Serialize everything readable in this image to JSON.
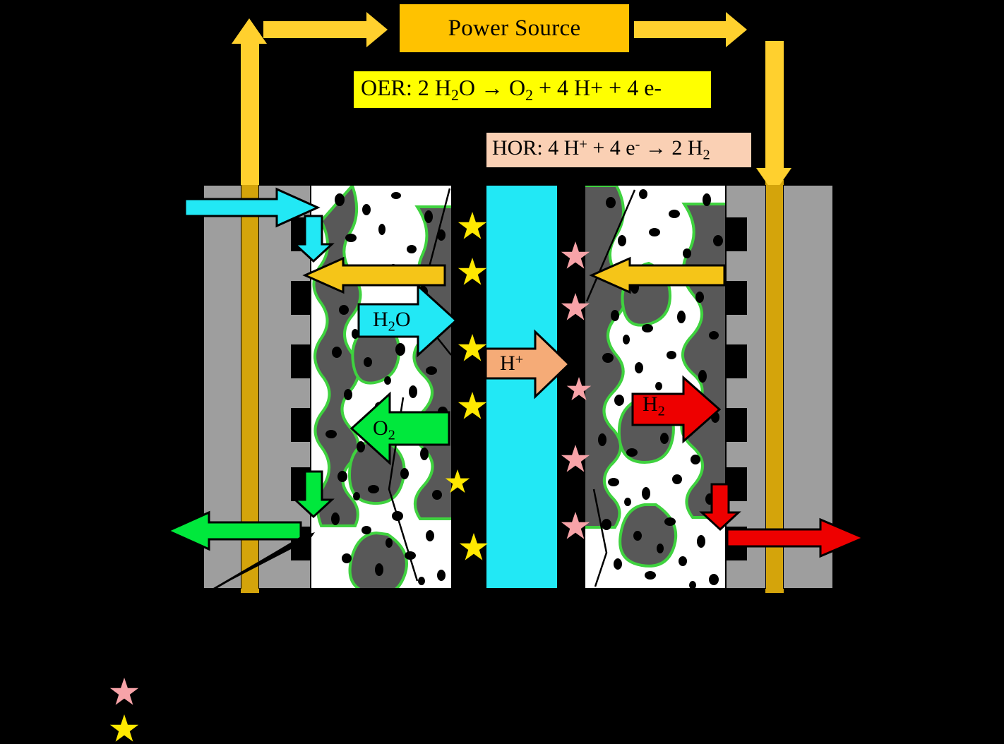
{
  "diagram": {
    "title": "PEM water electrolyzer cell schematic",
    "power_source": {
      "label": "Power Source",
      "color": "#FFC200"
    },
    "equations": [
      {
        "id": "oer",
        "label": "OER:",
        "reactants": "2 H2O",
        "products": "O2 + 4 H+ + 4 e-",
        "text_parts": {
          "prefix": "OER: 2 H",
          "sub1": "2",
          "mid": "O → O",
          "sub2": "2",
          "suffix": " + 4 H+ + 4 e-"
        },
        "color": "#FFFF00"
      },
      {
        "id": "hor",
        "label": "HOR:",
        "reactants": "4 H+ + 4 e-",
        "products": "2 H2",
        "text_parts": {
          "prefix": "HOR: 4 H",
          "sup1": "+",
          "mid": " + 4 e",
          "sup2": "-",
          "arrow": " → 2 H",
          "sub1": "2"
        },
        "color": "#FAD0B4"
      }
    ],
    "species_arrows": [
      {
        "name": "water-inlet-arrow",
        "label": "",
        "color": "#22E8F5",
        "direction": "right"
      },
      {
        "name": "water-down-arrow",
        "label": "",
        "color": "#22E8F5",
        "direction": "down"
      },
      {
        "name": "water-species-arrow",
        "label": "H2O",
        "label_base": "H",
        "label_sub": "2",
        "label_tail": "O",
        "color": "#22E8F5",
        "direction": "right"
      },
      {
        "name": "oxygen-species-arrow",
        "label": "O2",
        "label_base": "O",
        "label_sub": "2",
        "label_tail": "",
        "color": "#00E83C",
        "direction": "left"
      },
      {
        "name": "oxygen-down-arrow",
        "label": "",
        "color": "#00E83C",
        "direction": "down"
      },
      {
        "name": "oxygen-outlet-arrow",
        "label": "",
        "color": "#00E83C",
        "direction": "left"
      },
      {
        "name": "proton-species-arrow",
        "label": "H+",
        "label_base": "H",
        "label_sup": "+",
        "color": "#F5AB77",
        "direction": "right"
      },
      {
        "name": "hydrogen-species-arrow",
        "label": "H2",
        "label_base": "H",
        "label_sub": "2",
        "color": "#EE0000",
        "direction": "right"
      },
      {
        "name": "hydrogen-down-arrow",
        "label": "",
        "color": "#EE0000",
        "direction": "down"
      },
      {
        "name": "hydrogen-outlet-arrow",
        "label": "",
        "color": "#EE0000",
        "direction": "right"
      },
      {
        "name": "electron-arrow-anode",
        "label": "",
        "color": "#F5C518",
        "direction": "left"
      },
      {
        "name": "electron-arrow-cathode",
        "label": "",
        "color": "#F5C518",
        "direction": "left"
      }
    ],
    "components": {
      "anode_plate": {
        "name": "anode bipolar plate",
        "color": "#9E9E9E",
        "collector_color": "#D4A40B",
        "channel_count": 6
      },
      "cathode_plate": {
        "name": "cathode bipolar plate",
        "color": "#9E9E9E",
        "collector_color": "#D4A40B",
        "channel_count": 5
      },
      "anode_layer": {
        "name": "anode catalyst / porous transport layer",
        "color": "#FFFFFF"
      },
      "cathode_layer": {
        "name": "cathode catalyst / porous transport layer",
        "color": "#FFFFFF"
      },
      "membrane": {
        "name": "proton exchange membrane",
        "color": "#22E8F5"
      }
    },
    "legend": [
      {
        "name": "pink-star-legend",
        "marker": "star",
        "color": "#F7A3A8",
        "label": ""
      },
      {
        "name": "yellow-star-legend",
        "marker": "star",
        "color": "#FFE800",
        "label": ""
      }
    ]
  }
}
